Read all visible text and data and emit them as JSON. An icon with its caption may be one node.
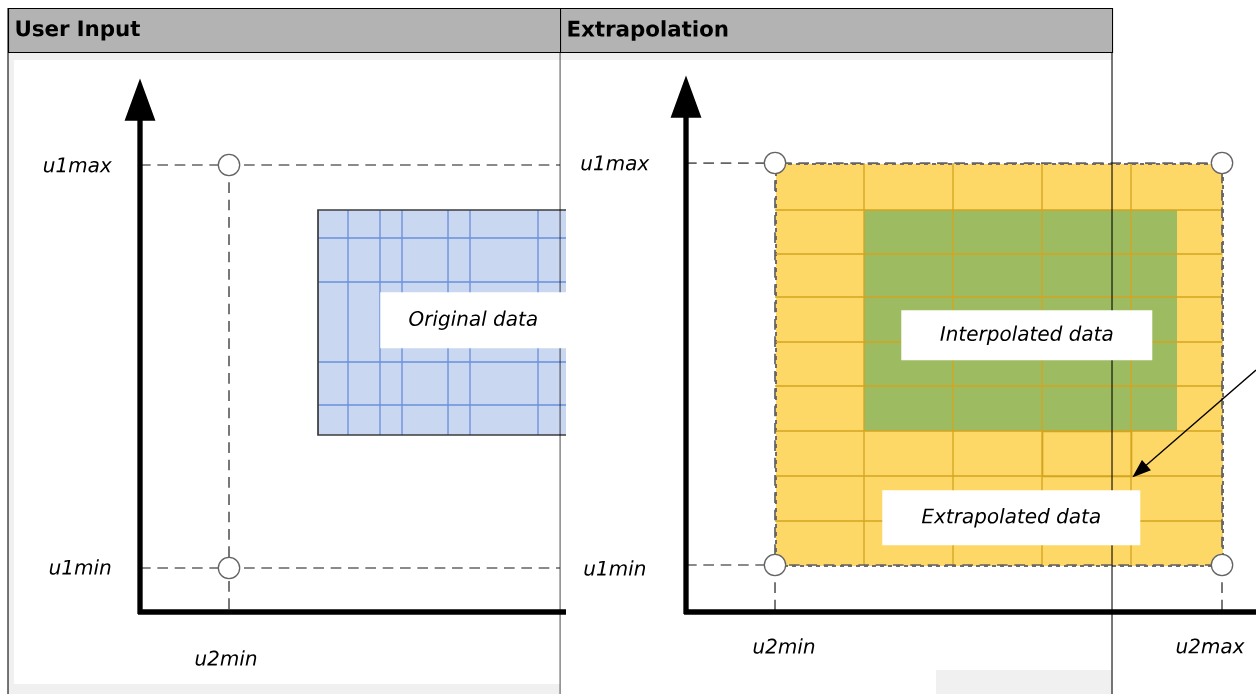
{
  "diagram": {
    "nodes": [
      {
        "text": [
          "User Input"
        ]
      },
      {
        "text": [
          "Extrapolation"
        ]
      },
      {
        "text": [
          "Original data"
        ]
      },
      {
        "text": [],
        "shape": "box"
      },
      {
        "text": [
          "Interpolated data"
        ],
        "in": 3
      },
      {
        "text": [
          "Extrapolated data"
        ],
        "in": 3
      },
      {
        "text": [],
        "shape": "box",
        "in": 3
      }
    ],
    "edges": [
      {
        "from": null,
        "to": 6,
        "arrow": "to"
      }
    ],
    "labels": [
      "u1max",
      "u1max",
      "u1min",
      "u1min",
      "u2min",
      "u2min",
      "u2max"
    ]
  }
}
